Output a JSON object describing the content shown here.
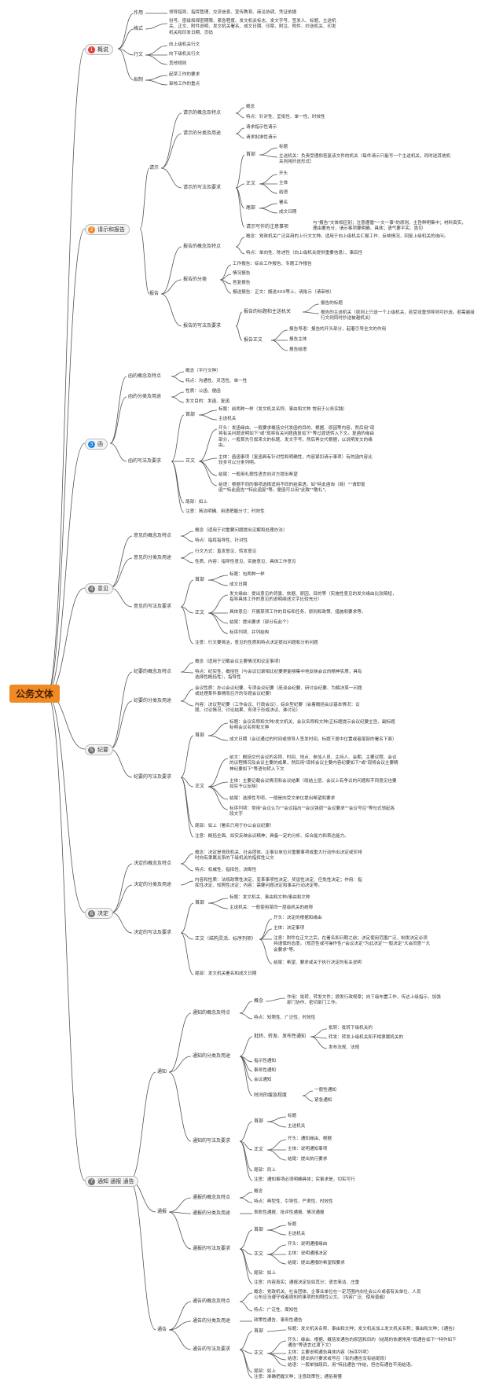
{
  "root": "公务文体",
  "colors": {
    "line": "#555555",
    "root_bg": "#f08a24",
    "badge1": "#e53935",
    "badge2": "#f08a24",
    "badge3": "#1e88e5",
    "badge_other": "#777777"
  },
  "sections": [
    {
      "num": "1",
      "title": "概说"
    },
    {
      "num": "2",
      "title": "请示和报告"
    },
    {
      "num": "3",
      "title": "函"
    },
    {
      "num": "4",
      "title": "意见"
    },
    {
      "num": "5",
      "title": "纪要"
    },
    {
      "num": "6",
      "title": "决定"
    },
    {
      "num": "7",
      "title": "通知 通报 通告"
    }
  ],
  "s1": {
    "zuoyong": "作用",
    "zuoyong_t": "领导指导、指挥管理、交流信息、宣传教育、商洽协调、凭证依据",
    "geshi": "格式",
    "geshi_t": "份号、密级和保密期限、紧急程度、发文机关标志、发文字号、签发人、标题、主送机关、正文、附件说明、发文机关署名、成文日期、印章、附注、附件、抄送机关、印发机关和印发日期、页码",
    "xingwen": "行文",
    "xingwen_a": "向上级机关行文",
    "xingwen_b": "向下级机关行文",
    "xingwen_c": "其他规则",
    "nizhi": "拟制",
    "nizhi_a": "起草工作的要求",
    "nizhi_b": "审核工作的重点"
  },
  "s2": {
    "qingshi": "请示",
    "gainian_tedian": "请示的概念及特点",
    "gainian": "概念",
    "tedian": "特点：针对性、呈批性、单一性、时效性",
    "fenlei": "请示的分类及用途",
    "fenlei_a": "请求指示性请示",
    "fenlei_b": "请求批准性请示",
    "xiefa": "请示的写法及要求",
    "shoubu": "首部",
    "biaoti": "标题",
    "zhusong": "主送机关：负责受理和答复该文件的机关（每件请示只能写一个主送机关，同时送其他机关则用抄送形式）",
    "zhengwen": "正文",
    "kaitou": "开头",
    "zhuti": "主体",
    "jieyu": "结语",
    "weibu": "尾部",
    "shuming": "署名",
    "chengwen": "成文日期",
    "zhuyi": "请示写作的注意事项",
    "zhuyi_t": "与\"报告\"文体相区别；注意遵循\"一文一事\"的原则、主旨鲜明集中；材料真实，理由要充分，请示事项要明确、具体；语气要平实、恳切",
    "baogao": "报告",
    "bg_gainian_tedian": "报告的概念及特点",
    "bg_gainian": "概念：党政机关广泛采用的上行文文种。适用于向上级机关汇报工作、反映情况，回复上级机关的询问。",
    "bg_tedian": "特点：单向性、陈述性（向上级机关提供重要信息）、事后性",
    "bg_fenlei": "报告的分类",
    "bg_fenlei_a": "工作报告：综合工作报告、专题工作报告",
    "bg_fenlei_b": "情况报告",
    "bg_fenlei_c": "答复报告",
    "bg_fenlei_d": "报送报告：正文：报送XXX等上，请批示（请审核）",
    "bg_xiefa": "报告的写法及要求",
    "bg_biaoti": "报告的标题和主送机关",
    "bg_biaoti_a": "报告的标题",
    "bg_biaoti_b": "报告的主送机关（原则上只送一个上级机关，若受双重领导则可抄送。若需越级行文则同时抄送被越机关）",
    "bg_zhengwen": "报告正文",
    "bg_daoyu": "报告导语：报告的开头部分，起着引导全文的作用",
    "bg_zhuti": "报告主体",
    "bg_jieyu": "报告结语"
  },
  "s3": {
    "gainian_tedian": "函的概念及特点",
    "gainian": "概念（平行文种）",
    "tedian": "特点：沟通性、灵活性、单一性",
    "fenlei": "函的分类及用途",
    "xingzhi": "性质：公函、便函",
    "fawen": "发文目的：发函、复函",
    "xiefa": "函的写法及要求",
    "shoubu": "首部",
    "biaoti": "标题：前两种一样（发文机关名称、事由和文种 常用于公务实践）",
    "zhusong": "主送机关",
    "zhengwen": "正文",
    "kaitou": "开头：发函缘由。一般要求概括交代发函的目的、根据、原因等内容，然后用\"现将有关问题说明如下\"或\"现将有关问题函复如下\"等过渡语转入下文。复函的缘由部分，一般首先引叙来文的标题、发文字号，然后再交代根据，以说明发文的缘由。",
    "zhuti": "主体：函函事项（复函具有针对性和明确性，内容紧扣请示事项）有的函内容比较多可以分条列明。",
    "jieyu": "结尾：一般用礼貌性语言向对方提出希望",
    "jieyu2": "结语：根据不同的事项选择适用不同的结束语。如\"特此函询（商）\"\"请即复函\"\"特此函告\"\"特此函复\"等。便函可以用\"此致\"\"敬礼\"。",
    "weibu": "尾部：如上",
    "zhuyi": "注意：简洁明确、用语把握分寸；时效性"
  },
  "s4": {
    "gainian_tedian": "意见的概念及特点",
    "gainian": "概念（适用于对重要问题提出见解和处理办法）",
    "tedian": "特点：指挥指导性、针对性",
    "fenlei": "意见的分类及用途",
    "xingwen": "行文方式：直发意见、转发意见",
    "xingzhi": "性质、内容：指导性意见、实施意见、具体工作意见",
    "xiefa": "意见的写法及要求",
    "shoubu": "首部",
    "biaoti": "标题：包两种一样",
    "chengwen": "成文日期",
    "zhengwen": "正文",
    "fawen": "发文缘由：提出意见的背景、依据、原因、目的等（实施性意见的发文缘由比较简短，指导具体工作的意见的说明阐述文字比较充分）",
    "juti": "具体意见：开展某项工作的目标和任务、原则和政策、措施和要求等。",
    "jieyu": "结尾：提出要求（部分有此个）",
    "lianxi": "标序列项、并列结构",
    "zhuyi": "注意：行文要简洁，意见的性质和特点决定提出问题和分析问题"
  },
  "s5": {
    "gainian_tedian": "纪要的概念及特点",
    "gainian": "概念（适用于记载会议主要情况和议定事项）",
    "tedian": "特点：纪实性、概括性（与会议记录相比纪要更能够集中地反映会议的精神实质，具有选择性概括性），指导性",
    "fenlei": "纪要的分类及用途",
    "huiyi": "会议性质：办公会议纪要、专项会议纪要（座谈会纪要、研讨会纪要、为解决某一问题或处理某件事情而召开的专题会议纪要）",
    "neirong": "内容：决议型纪要（工作会议、行政会议）、综合型纪要（会着概括会议基本情况：议题、讨论情况、讨论结果、务须于形成决议、谁讨论）",
    "xiefa": "纪要的写法及要求",
    "shoubu": "首部",
    "biaoti": "标题：会议名称和文种/发文机关、会议名称和文种/正标题提示会议纪要主旨，副标题标明会议名称和文种",
    "chengwen": "成文日期（会议通过的时间或领导人签发时间。标题下居中位置或者尾部的署名下面）",
    "zhengwen": "正文",
    "kaitou": "前文：概括交代会议的名称、时间、地点、参加人员、主持人、会期、主要议程、会议的议程情况及会议主要的成果，然后用\"现将会议主要内容纪要如下\"或\"现将会议主要精神纪要如下\"等语句转入下文",
    "zhuti": "主体：主要记载会议情况和会议结果（既结土层、会议上有争议的问题和不同意见也要如实予以反映）",
    "jieyu": "结尾：选择性写明，一般是向受文单位提出希望和要求",
    "lianxi": "标序列项：常用\"会议认为\"\"会议指出\"\"会议强调\"\"会议要求\"\"会议号召\"等句式领起各段文字",
    "weibu": "尾部：如上（署名只用于办公会议纪要）",
    "zhuyi": "注意：概括全面、如实反映会议精神；具备一定的分析、综合能力和表达能力。"
  },
  "s6": {
    "gainian_tedian": "决定的概念及特点",
    "gainian": "概念：决定是党政机关、社会团体、企事业单位对重要事项或重大行动作出决定或安排时向有隶属关系的下级机关的指挥性公文",
    "tedian": "特点：权威性、指挥性、决断性",
    "fenlei": "决定的分类及用途",
    "fenlei_t": "内容和性质：法规政策性决定、变革事项性决定、奖惩性决定、任免性决定；作用：指挥性决定、知照性决定；内容：需要问题决定和事关行动决定等。",
    "xiefa": "决定的写法及要求",
    "shoubu": "首部",
    "biaoti": "标题：发文机关、事由和文种/事由和文种",
    "zhusong": "主送机关：一般使用某同一层级机关的统称",
    "zhengwen": "正文（结构灵活、标序列项）",
    "kaitou": "开头：决定的根据和缘由",
    "zhuti": "主体：决定事项",
    "fujian": "注意：附件在正文之后，在署名和日期之前；决定使用范围广泛，制发决定必须持谨慎的态度。（规范性或可操作性/\"会议决定\"为此决定\"一般决定\"大会同意\"\"大会要求\"等。",
    "jieyu": "结尾：希望、要求或关于执行决定的有关说明",
    "weibu": "尾部：发文机关署名和成文日期"
  },
  "s7": {
    "tongzhi": "通知",
    "gainian_tedian": "通知的概念及特点",
    "gainian": "概念",
    "zuoyong": "作用：批转、转发文件；颁发行政规章；向下级布置工作，传达上级指示，加强部门协作、密切部门工作。",
    "tedian": "特点：知照性、广泛性、时效性",
    "fenlei": "通知的分类及用途",
    "pizhuan": "批转、转发、发布性通知",
    "pizhuan_a": "批转：批转下级机关的",
    "pizhuan_b": "转发：转发上级机关和不相隶属机关的",
    "pizhuan_c": "发布法规、法规",
    "zhishi": "指示性通知",
    "shiwu": "事务性通知",
    "huiyi": "会议通知",
    "renmian": "时间的缓急程度",
    "renmian_a": "一般性通知",
    "renmian_b": "紧急通知",
    "xiefa": "通知的写法及要求",
    "shoubu": "首部",
    "biaoti": "标题",
    "zhusong": "主送机关",
    "zhengwen": "正文",
    "kaitou": "开头：通知缘由、根据",
    "zhuti": "主体：说明通知事项",
    "jieyu": "结尾：提出执行要求",
    "weibu": "尾部：同上",
    "zhuyi": "注意：通知事项必须明确具体；实事求是，切实可行",
    "tongbao": "通报",
    "tb_gainian_tedian": "通报的概念及特点",
    "tb_gainian": "概念",
    "tb_tedian": "特点：典型性、引导性、严肃性、时效性",
    "tb_fenlei": "通报的分类及用途",
    "tb_fenlei_t": "表彰性通报、批评性通报、情况通报",
    "tb_xiefa": "通报的写法及要求",
    "tb_shoubu": "首部",
    "tb_biaoti": "标题",
    "tb_zhusong": "主送机关",
    "tb_zhengwen": "正文",
    "tb_kaitou": "开头：说明通报缘由",
    "tb_zhuti": "主体：说明通报决定",
    "tb_jieyu": "结尾：提出通报的希望和要求",
    "tb_weibu": "尾部：如上",
    "tb_zhuyi": "注意：内容真实；通报决定恰如其分；语言简洁、庄重",
    "tonggao": "通告",
    "tg_gainian_tedian": "通告的概念及特点",
    "tg_gainian": "概念：党政机关、社会团体、企事业单位在一定范围内向社会公众或者有关单位、人员公布应当遵守或者周知的事项的知照性公文。（内容广泛、使用普遍）",
    "tg_tedian": "特点：广泛性、周知性",
    "tg_fenlei": "通告的分类及用途",
    "tg_fenlei_t": "政策性通告、事务性通告",
    "tg_xiefa": "通告的写法及要求",
    "tg_shoubu": "首部",
    "tg_biaoti": "标题：发文机关名称、事由和文种；发文机关加上发文机关名称；事由和文种；《通告》",
    "tg_zhengwen": "正文",
    "tg_kaitou": "开头：缘由、根据、概括发通告的原因和目的（结尾的依据常用\"现通告如下\"\"特作如下通告\"等语言过渡下文）",
    "tg_zhuti": "主体：主要说明通告具体内容（标序列项）",
    "tg_jieyu": "结语：提出执行要求或号召（有的通告没有结尾段）",
    "tg_jieyu2": "结语：一般单独段后，用\"特此通告\"作结，但也有通告不用结语。",
    "tg_weibu": "尾部：如上",
    "tg_zhuyi": "注意：准确把握文种；注意政策性；通俗易懂"
  }
}
